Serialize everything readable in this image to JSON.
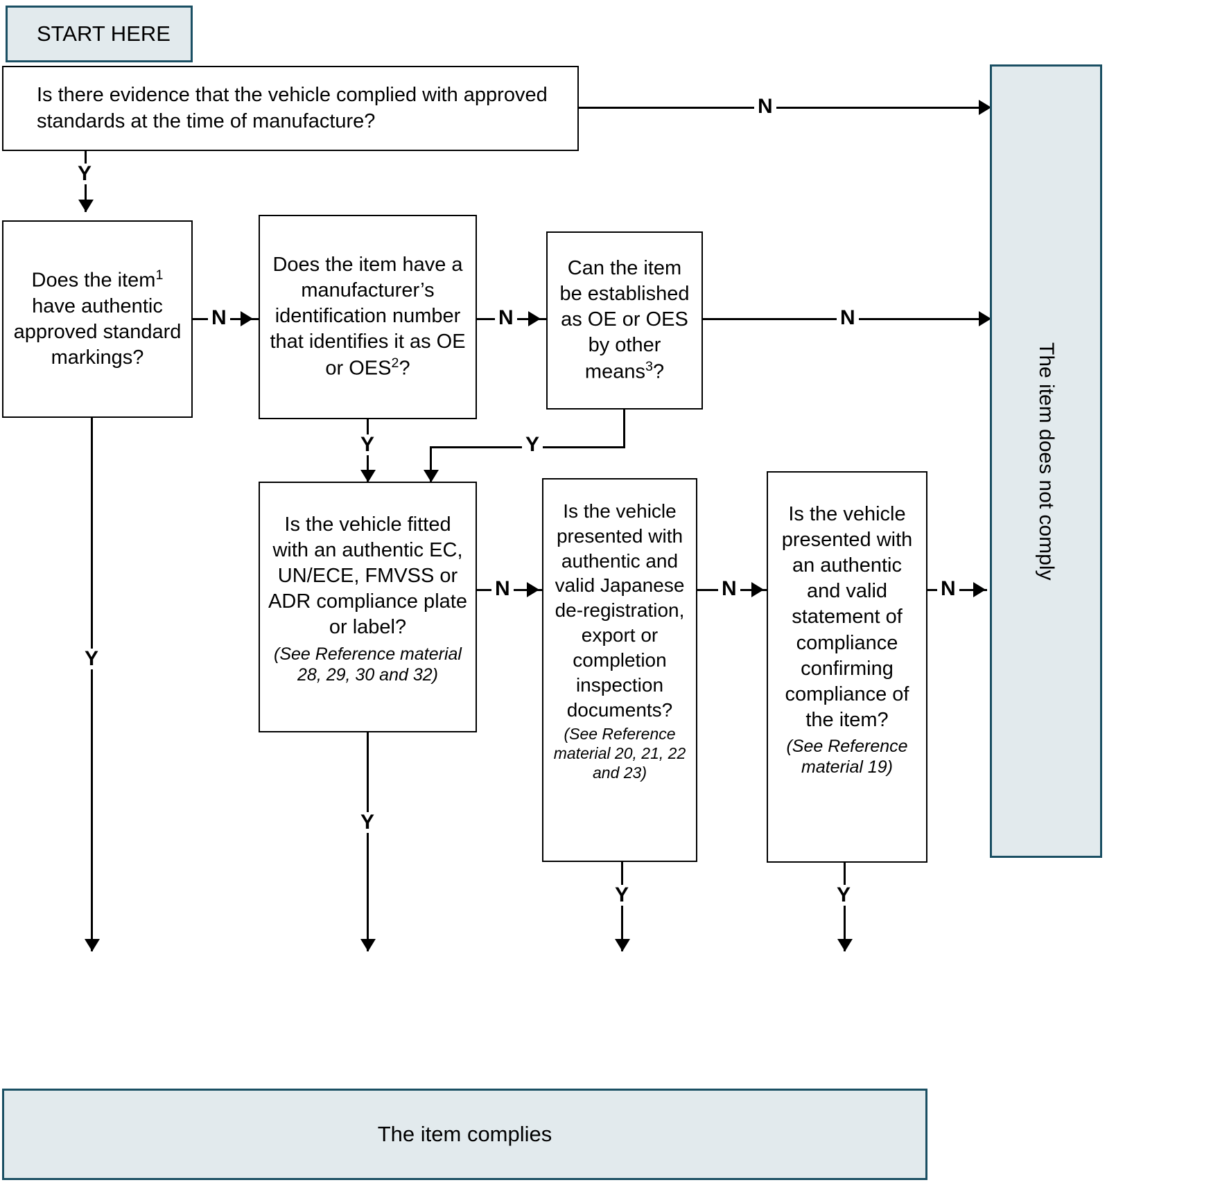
{
  "chart_data": {
    "type": "diagram",
    "title": "Item compliance decision flowchart",
    "nodes": [
      {
        "id": "start",
        "kind": "terminal",
        "text": "START HERE"
      },
      {
        "id": "q0",
        "kind": "decision",
        "text": "Is there evidence that the vehicle complied with approved standards at the time of manufacture?"
      },
      {
        "id": "q1",
        "kind": "decision",
        "text": "Does the item¹ have authentic approved standard markings?"
      },
      {
        "id": "q2",
        "kind": "decision",
        "text": "Does the item have a manufacturer’s identification number that identifies it as OE or OES²?"
      },
      {
        "id": "q3",
        "kind": "decision",
        "text": "Can the item be established as OE or OES by other means³?"
      },
      {
        "id": "q4",
        "kind": "decision",
        "text": "Is the vehicle fitted with an authentic EC, UN/ECE, FMVSS or ADR compliance plate or label?",
        "reference": "(See Reference material 28, 29, 30 and 32)"
      },
      {
        "id": "q5",
        "kind": "decision",
        "text": "Is the vehicle presented with authentic and valid Japanese de-registration, export or completion inspection documents?",
        "reference": "(See Reference material 20, 21, 22 and 23)"
      },
      {
        "id": "q6",
        "kind": "decision",
        "text": "Is the vehicle presented with an authentic and valid statement of compliance confirming compliance of the item?",
        "reference": "(See Reference material 19)"
      },
      {
        "id": "fail",
        "kind": "terminal",
        "text": "The item does not comply"
      },
      {
        "id": "pass",
        "kind": "terminal",
        "text": "The item complies"
      }
    ],
    "edges": [
      {
        "from": "start",
        "to": "q0",
        "label": ""
      },
      {
        "from": "q0",
        "to": "fail",
        "label": "N"
      },
      {
        "from": "q0",
        "to": "q1",
        "label": "Y"
      },
      {
        "from": "q1",
        "to": "q2",
        "label": "N"
      },
      {
        "from": "q1",
        "to": "pass",
        "label": "Y"
      },
      {
        "from": "q2",
        "to": "q3",
        "label": "N"
      },
      {
        "from": "q2",
        "to": "q4",
        "label": "Y"
      },
      {
        "from": "q3",
        "to": "fail",
        "label": "N"
      },
      {
        "from": "q3",
        "to": "q4",
        "label": "Y"
      },
      {
        "from": "q4",
        "to": "q5",
        "label": "N"
      },
      {
        "from": "q4",
        "to": "pass",
        "label": "Y"
      },
      {
        "from": "q5",
        "to": "q6",
        "label": "N"
      },
      {
        "from": "q5",
        "to": "pass",
        "label": "Y"
      },
      {
        "from": "q6",
        "to": "fail",
        "label": "N"
      },
      {
        "from": "q6",
        "to": "pass",
        "label": "Y"
      }
    ],
    "edge_labels": {
      "yes": "Y",
      "no": "N"
    },
    "colors": {
      "terminal_fill": "#e2eaed",
      "terminal_border": "#1a4f63",
      "box_border": "#000000",
      "line": "#000000",
      "background": "#ffffff"
    }
  },
  "flowchart": {
    "start": {
      "label": "START HERE"
    },
    "q0": {
      "text": "Is there evidence that the vehicle complied with approved standards at the time of manufacture?"
    },
    "q1": {
      "line1": "Does the item",
      "sup1": "1",
      "rest1": "",
      "text": "Does the item¹ have authentic approved standard markings?"
    },
    "q2": {
      "text": "Does the item have a manufacturer’s identification number that identifies it as OE or OES²?"
    },
    "q3": {
      "text": "Can the item be established as OE or OES by other means³?"
    },
    "q4": {
      "text": "Is the vehicle fitted with an authentic EC, UN/ECE, FMVSS or ADR compliance plate or label?",
      "reference": "(See Reference material 28, 29, 30 and 32)"
    },
    "q5": {
      "text": "Is the vehicle presented with authentic and valid Japanese de-registration, export or completion inspection documents?",
      "reference": "(See Reference material 20, 21, 22 and 23)"
    },
    "q6": {
      "text": "Is the vehicle presented with an authentic and valid statement of compliance confirming compliance of the item?",
      "reference": "(See Reference material 19)"
    },
    "fail": {
      "label": "The item does not comply"
    },
    "pass": {
      "label": "The item complies"
    },
    "labels": {
      "n_q0": "N",
      "y_q0": "Y",
      "n_q1": "N",
      "y_q1": "Y",
      "n_q2": "N",
      "y_q2": "Y",
      "n_q3": "N",
      "y_q3": "Y",
      "n_q4": "N",
      "y_q4": "Y",
      "n_q5": "N",
      "y_q5": "Y",
      "n_q6": "N",
      "y_q6": "Y"
    }
  }
}
